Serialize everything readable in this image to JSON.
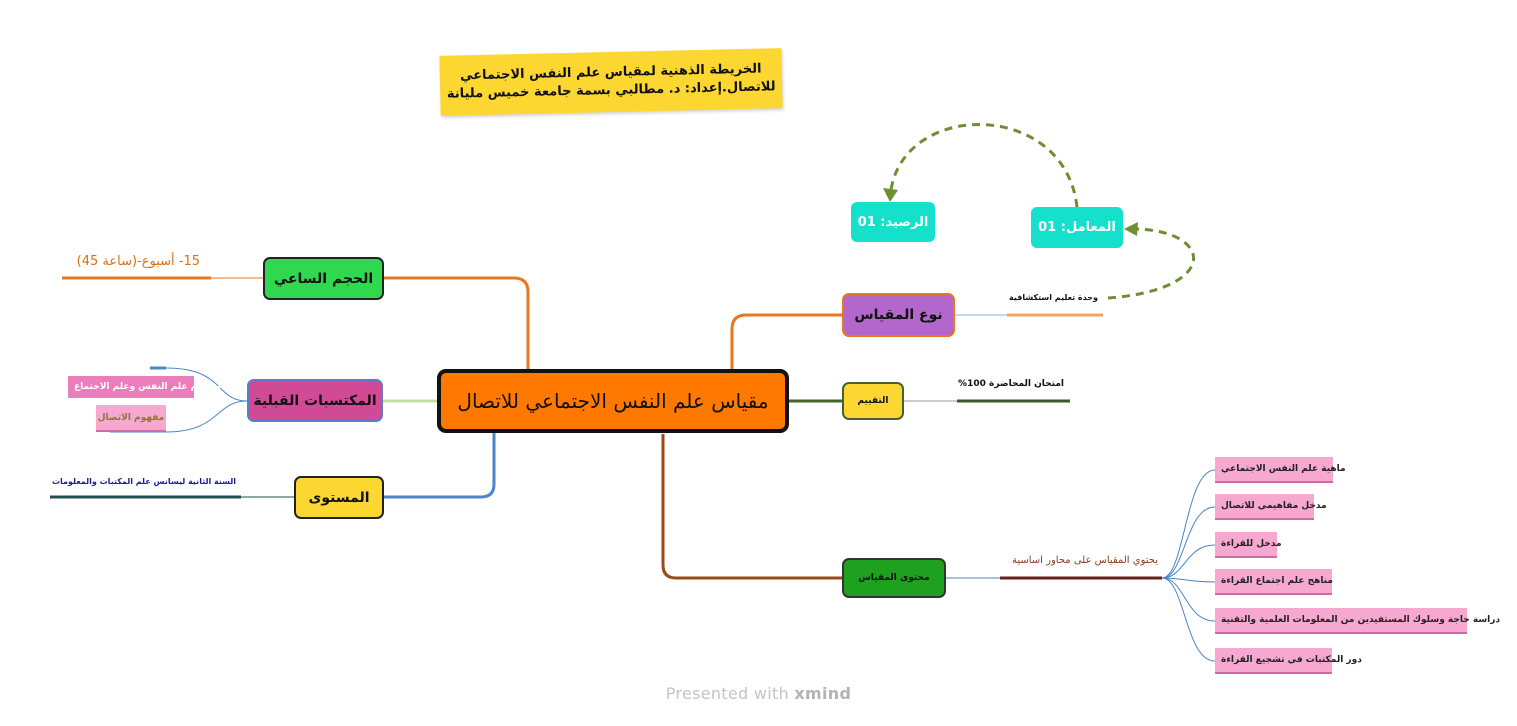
{
  "title_note": {
    "line1": "الخريطة الذهنية لمقياس علم النفس الاجتماعي",
    "line2": "للاتصال.إعداد: د. مطالبي بسمة جامعة خميس مليانة"
  },
  "central": {
    "label": "مقياس علم النفس الاجتماعي للاتصال"
  },
  "branches": {
    "volume": {
      "label": "الحجم الساعي",
      "leaf": "15- أسبوع-(ساعة 45)"
    },
    "prior": {
      "label": "المكتسبات القبلية",
      "items": [
        "مفهوم علم النفس وعلم الاجتماع",
        "مفهوم الاتصال"
      ]
    },
    "level": {
      "label": "المستوى",
      "leaf": "السنة الثانية ليسانس علم المكتبات والمعلومات"
    },
    "type": {
      "label": "نوع المقياس",
      "leaf": "وحدة تعليم استكشافية"
    },
    "coef": {
      "label": "المعامل: 01"
    },
    "credit": {
      "label": "الرصيد: 01"
    },
    "eval": {
      "label": "التقييم",
      "leaf": "امتحان المحاضرة 100%"
    },
    "content": {
      "label": "محتوى المقياس",
      "leaf": "يحتوي المقياس على محاور اساسية",
      "items": [
        "ماهية علم النفس الاجتماعي",
        "مدخل مفاهيمي للاتصال",
        "مدخل للقراءة",
        "مناهج علم اجتماع القراءة",
        "دراسة حاجة وسلوك المستفيدين من المعلومات العلمية والتقنية",
        "دور المكتبات في تشجيع القراءة"
      ]
    }
  },
  "footer": {
    "prefix": "Presented with",
    "brand": "xmind"
  },
  "colors": {
    "central": "#ff7800",
    "green": "#2ed94f",
    "magenta": "#d04a96",
    "yellow": "#fcd631",
    "purple": "#b366cc",
    "teal": "#14e0cc",
    "content": "#1ea11e",
    "pink": "#f6a8d0"
  }
}
